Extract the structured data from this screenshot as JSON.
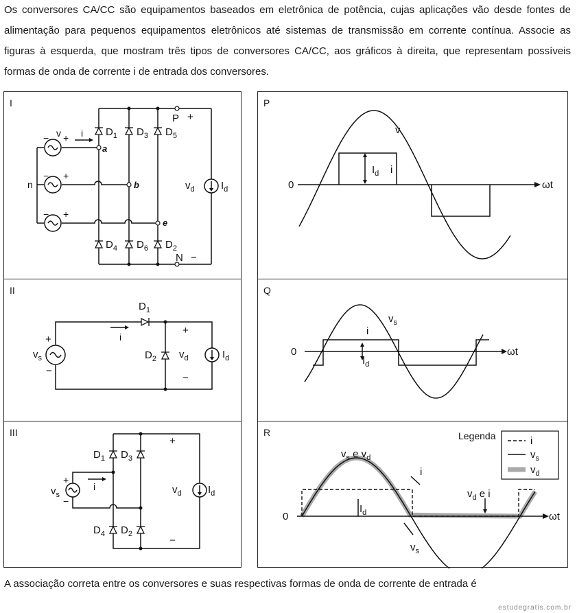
{
  "question": {
    "intro": "Os conversores CA/CC são equipamentos baseados em eletrônica de potência, cujas aplicações vão desde fontes de alimentação para pequenos equipamentos eletrônicos até sistemas de transmissão em corrente contínua. Associe as figuras à esquerda, que mostram três tipos de conversores CA/CC, aos gráficos à direita, que representam possíveis formas de onda de corrente i de entrada dos conversores.",
    "footer": "A associação correta entre os conversores e suas respectivas formas de onda de corrente de entrada é",
    "watermark": "estudegratis.com.br"
  },
  "circuits": {
    "I": {
      "label": "I",
      "v": "v",
      "i": "i",
      "n": "n",
      "a": "a",
      "b": "b",
      "e": "e",
      "P": "P",
      "N": "N",
      "plus": "+",
      "minus": "−",
      "vd": "v",
      "vd_sub": "d",
      "Id": "I",
      "Id_sub": "d",
      "diodes": [
        {
          "t": "D",
          "s": "1"
        },
        {
          "t": "D",
          "s": "3"
        },
        {
          "t": "D",
          "s": "5"
        },
        {
          "t": "D",
          "s": "4"
        },
        {
          "t": "D",
          "s": "6"
        },
        {
          "t": "D",
          "s": "2"
        }
      ]
    },
    "II": {
      "label": "II",
      "D1": "D",
      "D1s": "1",
      "D2": "D",
      "D2s": "2",
      "i": "i",
      "vs": "v",
      "vs_sub": "s",
      "vd": "v",
      "vd_sub": "d",
      "Id": "I",
      "Id_sub": "d",
      "plus": "+",
      "minus": "−"
    },
    "III": {
      "label": "III",
      "vs": "v",
      "vs_sub": "s",
      "i": "i",
      "vd": "v",
      "vd_sub": "d",
      "Id": "I",
      "Id_sub": "d",
      "plus": "+",
      "minus": "−",
      "diodes": [
        {
          "t": "D",
          "s": "1"
        },
        {
          "t": "D",
          "s": "3"
        },
        {
          "t": "D",
          "s": "4"
        },
        {
          "t": "D",
          "s": "2"
        }
      ]
    }
  },
  "waves": {
    "P": {
      "label": "P",
      "zero": "0",
      "wt": "ωt",
      "v": "v",
      "Id": "I",
      "Id_sub": "d",
      "i": "i"
    },
    "Q": {
      "label": "Q",
      "zero": "0",
      "wt": "ωt",
      "vs": "v",
      "vs_sub": "s",
      "i": "i",
      "Id": "I",
      "Id_sub": "d"
    },
    "R": {
      "label": "R",
      "zero": "0",
      "wt": "ωt",
      "legend_title": "Legenda",
      "legend": [
        {
          "sym": "i",
          "sub": ""
        },
        {
          "sym": "v",
          "sub": "s"
        },
        {
          "sym": "v",
          "sub": "d"
        }
      ],
      "vs_e_vd": "v",
      "vs_e_vd_sub": "s",
      "vs_e_vd_mid": " e v",
      "vs_e_vd_sub2": "d",
      "i": "i",
      "Id": "I",
      "Id_sub": "d",
      "vd_e_i": "v",
      "vd_e_i_sub": "d",
      "vd_e_i_tail": " e i",
      "vs": "v",
      "vs_sub": "s"
    }
  },
  "colors": {
    "ink": "#111111",
    "border": "#2a2a2a",
    "vd_band": "#aaaaaa"
  }
}
